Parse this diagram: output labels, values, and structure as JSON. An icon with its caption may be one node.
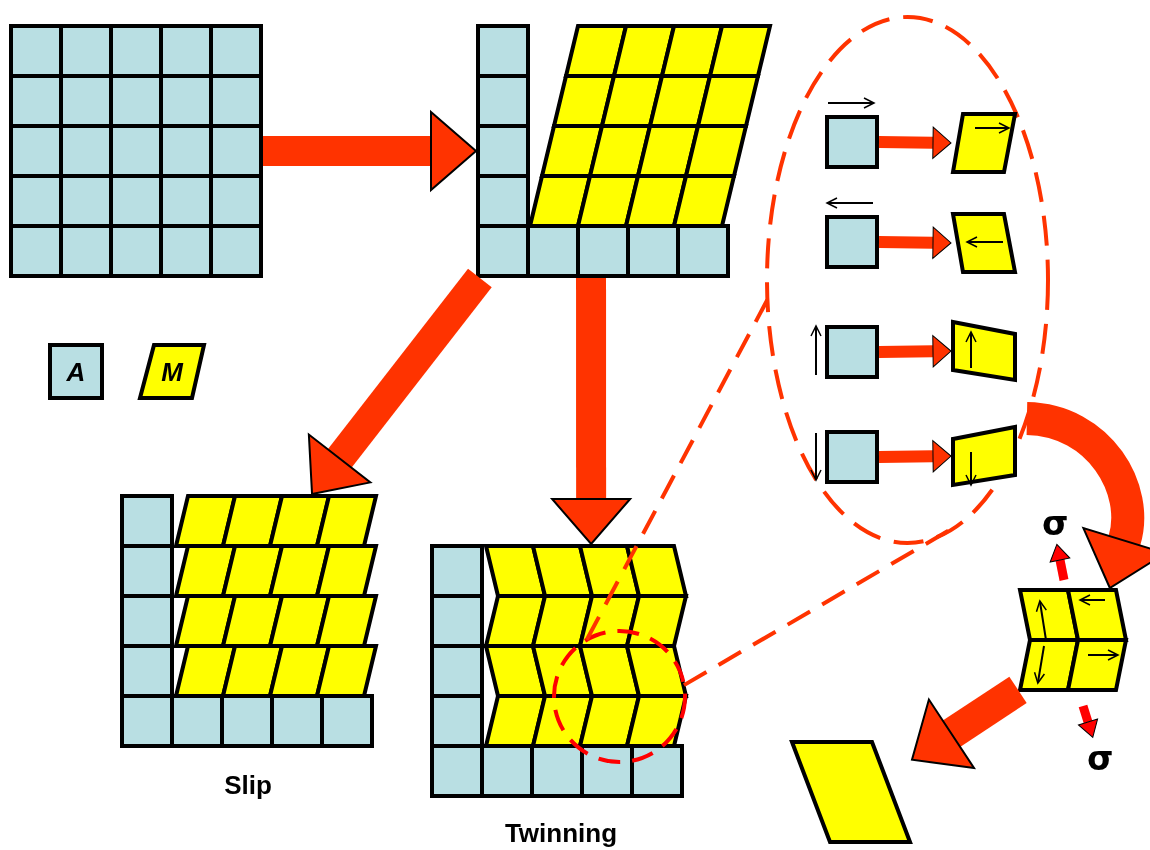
{
  "diagram": {
    "nodes": [
      {
        "text": [],
        "shape": "picture"
      },
      {
        "text": [],
        "shape": "picture"
      },
      {
        "text": [
          "A"
        ]
      },
      {
        "text": [
          "M"
        ]
      },
      {
        "text": [],
        "shape": "picture",
        "beside": [
          "Slip"
        ]
      },
      {
        "text": [],
        "shape": "picture",
        "beside": [
          "Twinning"
        ]
      },
      {
        "text": [],
        "shape": "circle",
        "in": 5
      },
      {
        "text": [],
        "shape": "ellipse"
      },
      {
        "text": [],
        "shape": "box",
        "in": 7
      },
      {
        "text": [],
        "shape": "parallelogram",
        "in": 7
      },
      {
        "text": [],
        "shape": "box",
        "in": 7
      },
      {
        "text": [],
        "shape": "parallelogram",
        "in": 7
      },
      {
        "text": [],
        "shape": "box",
        "in": 7
      },
      {
        "text": [],
        "shape": "parallelogram",
        "in": 7
      },
      {
        "text": [],
        "shape": "box",
        "in": 7
      },
      {
        "text": [],
        "shape": "parallelogram",
        "in": 7
      },
      {
        "text": [],
        "shape": "picture"
      },
      {
        "text": [],
        "shape": "parallelogram"
      }
    ],
    "edges": [
      {
        "from": 0,
        "to": 1,
        "arrow": "to",
        "style": "thick"
      },
      {
        "from": 1,
        "to": 4,
        "arrow": "to",
        "style": "thick"
      },
      {
        "from": 1,
        "to": 5,
        "arrow": "to",
        "style": "thick"
      },
      {
        "from": 6,
        "to": 7,
        "arrow": "none",
        "style": "dashed"
      },
      {
        "from": 6,
        "to": 7,
        "arrow": "none",
        "style": "dashed"
      },
      {
        "from": 8,
        "to": 9,
        "arrow": "to"
      },
      {
        "from": 10,
        "to": 11,
        "arrow": "to"
      },
      {
        "from": 12,
        "to": 13,
        "arrow": "to"
      },
      {
        "from": 14,
        "to": 15,
        "arrow": "to"
      },
      {
        "from": 7,
        "to": 16,
        "arrow": "to",
        "style": "thick"
      },
      {
        "from": 16,
        "to": 17,
        "arrow": "to",
        "style": "thick"
      }
    ],
    "labels": [
      "σ",
      "σ"
    ]
  }
}
